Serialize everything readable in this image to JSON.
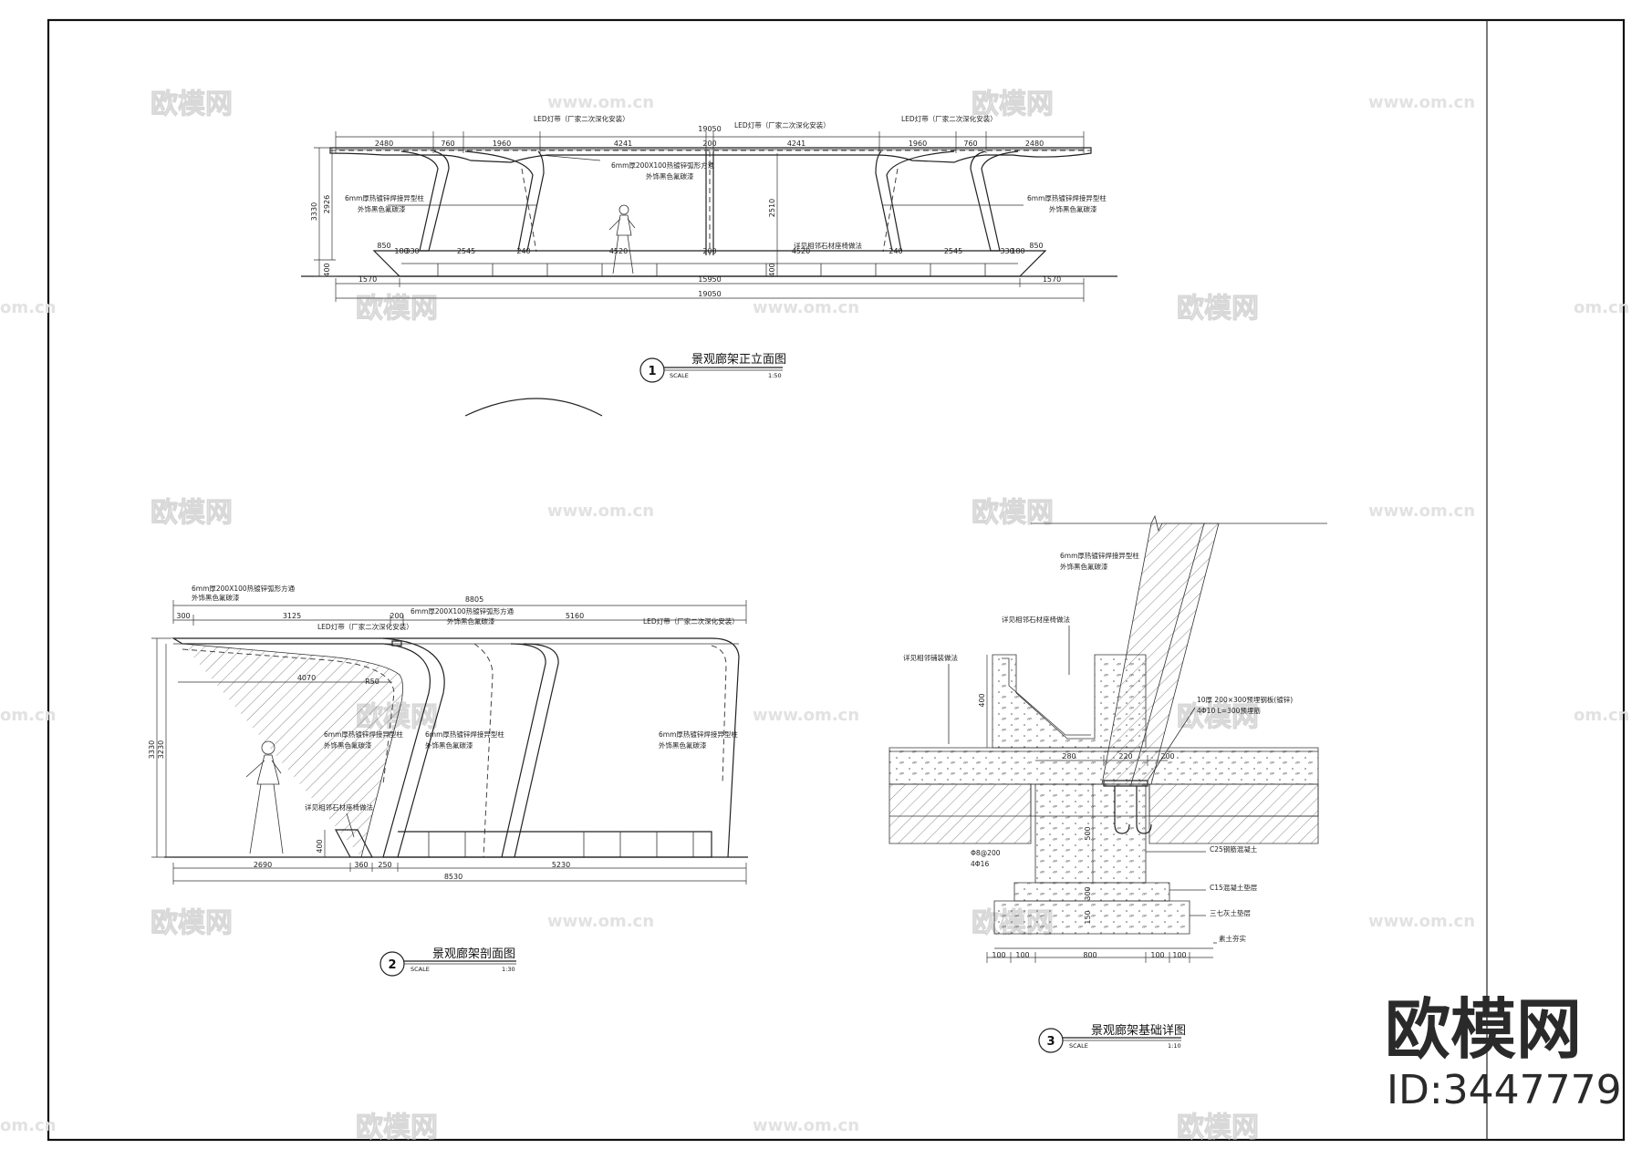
{
  "watermark": {
    "logo": "欧模网",
    "url": "www.om.cn",
    "url_short": "om.cn"
  },
  "brand": {
    "name": "欧模网",
    "id": "ID:3447779"
  },
  "drawing1": {
    "number": "1",
    "title": "景观廊架正立面图",
    "scale_label": "SCALE",
    "scale": "1:50",
    "top_dims": [
      "2480",
      "760",
      "1960",
      "4241",
      "200",
      "4241",
      "1960",
      "760",
      "2480"
    ],
    "overall_top": "19050",
    "bottom_dims": [
      "850",
      "180",
      "330",
      "2545",
      "240",
      "4520",
      "200",
      "4520",
      "240",
      "2545",
      "330",
      "180",
      "850"
    ],
    "base_dims": [
      "1570",
      "15950",
      "1570"
    ],
    "overall_bottom": "19050",
    "left_vert": [
      "3330",
      "2926"
    ],
    "left_base": "400",
    "mid_vert": "2510",
    "mid_base": "400",
    "notes": {
      "led_left": "LED灯带（厂家二次深化安装）",
      "led_center": "LED灯带（厂家二次深化安装）",
      "led_right": "LED灯带（厂家二次深化安装）",
      "beam": "6mm厚200X100热镀锌弧形方通",
      "beam_finish": "外饰黑色氟碳漆",
      "col_left": "6mm厚热镀锌焊接异型柱",
      "col_left_finish": "外饰黑色氟碳漆",
      "col_right": "6mm厚热镀锌焊接异型柱",
      "col_right_finish": "外饰黑色氟碳漆",
      "bench": "详见相邻石材座椅做法"
    }
  },
  "drawing2": {
    "number": "2",
    "title": "景观廊架剖面图",
    "scale_label": "SCALE",
    "scale": "1:30",
    "overall_top": "8805",
    "top_dims": [
      "300",
      "3125",
      "200",
      "5160"
    ],
    "inner_dim": "4070",
    "bottom_dims": [
      "2690",
      "360",
      "250",
      "5230"
    ],
    "overall_bottom": "8530",
    "left_vert": [
      "3330",
      "3230"
    ],
    "bench_h": "400",
    "radius": "R50",
    "notes": {
      "beam_a": "6mm厚200X100热镀锌弧形方通",
      "beam_a_finish": "外饰黑色氟碳漆",
      "beam_b": "6mm厚200X100热镀锌弧形方通",
      "beam_b_finish": "外饰黑色氟碳漆",
      "led_a": "LED灯带（厂家二次深化安装）",
      "led_b": "LED灯带（厂家二次深化安装）",
      "col_a": "6mm厚热镀锌焊接异型柱",
      "col_a_finish": "外饰黑色氟碳漆",
      "col_b": "6mm厚热镀锌焊接异型柱",
      "col_b_finish": "外饰黑色氟碳漆",
      "col_c": "6mm厚热镀锌焊接异型柱",
      "col_c_finish": "外饰黑色氟碳漆",
      "bench": "详见相邻石材座椅做法"
    }
  },
  "drawing3": {
    "number": "3",
    "title": "景观廊架基础详图",
    "scale_label": "SCALE",
    "scale": "1:10",
    "notes": {
      "col": "6mm厚热镀锌焊接异型柱",
      "col_finish": "外饰黑色氟碳漆",
      "bench": "详见相邻石材座椅做法",
      "paving": "详见相邻铺装做法",
      "plate": "10厚 200×300预埋钢板(镀锌)",
      "anchor": "4Φ10 L=300预埋筋",
      "concrete": "C25钢筋混凝土",
      "cushion": "C15混凝土垫层",
      "lime": "三七灰土垫层",
      "soil": "素土夯实",
      "rebar1": "Φ8@200",
      "rebar2": "4Φ16"
    },
    "dims_top": [
      "280",
      "220",
      "200"
    ],
    "dims_bottom": [
      "100",
      "100",
      "800",
      "100",
      "100"
    ],
    "vert": [
      "400",
      "500",
      "300",
      "150"
    ]
  }
}
